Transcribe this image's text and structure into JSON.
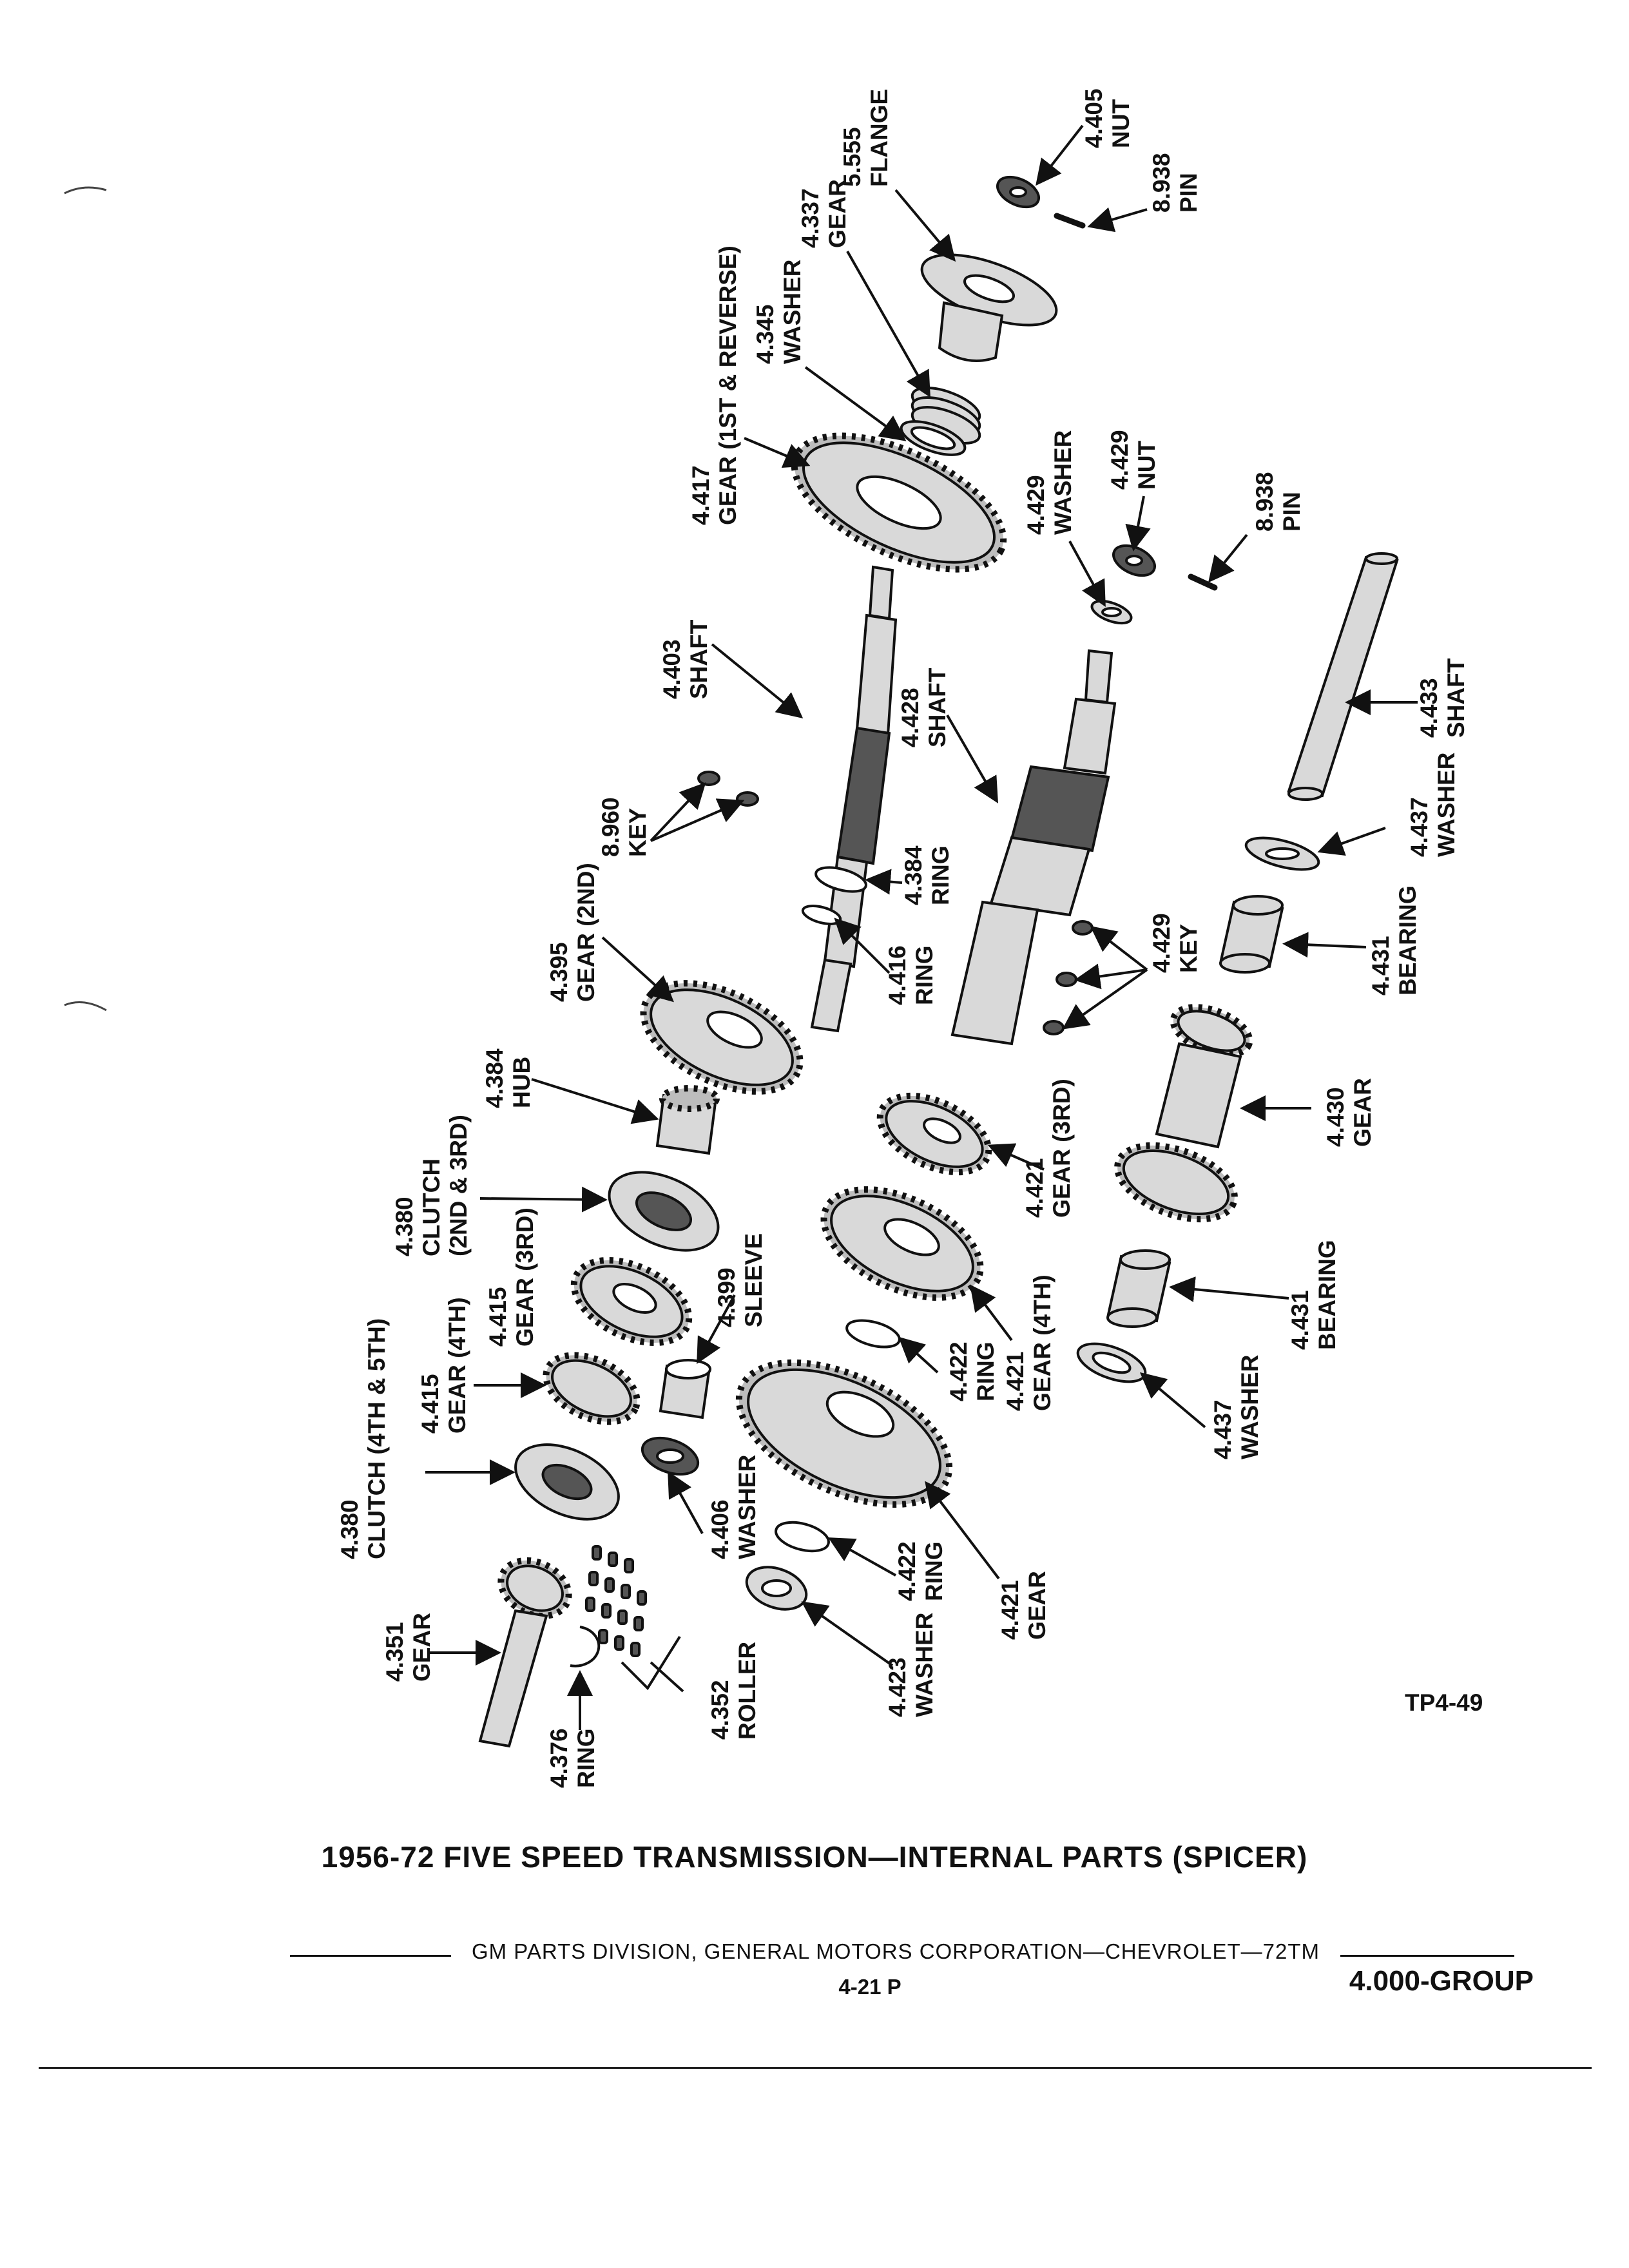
{
  "figure_code": "TP4-49",
  "title": "1956-72 FIVE SPEED TRANSMISSION—INTERNAL PARTS (SPICER)",
  "footer": {
    "text": "GM PARTS DIVISION, GENERAL MOTORS CORPORATION—CHEVROLET—72TM",
    "page": "4-21 P",
    "group": "4.000-GROUP"
  },
  "callouts": [
    {
      "id": "c01",
      "number": "4.405",
      "name": "NUT"
    },
    {
      "id": "c02",
      "number": "8.938",
      "name": "PIN"
    },
    {
      "id": "c03",
      "number": "5.555",
      "name": "FLANGE"
    },
    {
      "id": "c04",
      "number": "4.337",
      "name": "GEAR"
    },
    {
      "id": "c05",
      "number": "4.345",
      "name": "WASHER"
    },
    {
      "id": "c06",
      "number": "4.417",
      "name": "GEAR (1ST & REVERSE)"
    },
    {
      "id": "c07",
      "number": "4.429",
      "name": "NUT"
    },
    {
      "id": "c08",
      "number": "4.429",
      "name": "WASHER"
    },
    {
      "id": "c09",
      "number": "8.938",
      "name": "PIN"
    },
    {
      "id": "c10",
      "number": "4.403",
      "name": "SHAFT"
    },
    {
      "id": "c11",
      "number": "4.428",
      "name": "SHAFT"
    },
    {
      "id": "c12",
      "number": "4.433",
      "name": "SHAFT"
    },
    {
      "id": "c13",
      "number": "8.960",
      "name": "KEY"
    },
    {
      "id": "c14",
      "number": "4.384",
      "name": "RING"
    },
    {
      "id": "c15",
      "number": "4.416",
      "name": "RING"
    },
    {
      "id": "c16",
      "number": "4.437",
      "name": "WASHER"
    },
    {
      "id": "c17",
      "number": "4.429",
      "name": "KEY"
    },
    {
      "id": "c18",
      "number": "4.431",
      "name": "BEARING"
    },
    {
      "id": "c19",
      "number": "4.395",
      "name": "GEAR (2ND)"
    },
    {
      "id": "c20",
      "number": "4.384",
      "name": "HUB"
    },
    {
      "id": "c21",
      "number": "4.430",
      "name": "GEAR"
    },
    {
      "id": "c22",
      "number": "4.421",
      "name": "GEAR (3RD)"
    },
    {
      "id": "c23",
      "number": "4.380",
      "name": "CLUTCH",
      "name2": "(2ND & 3RD)"
    },
    {
      "id": "c24",
      "number": "4.415",
      "name": "GEAR (3RD)"
    },
    {
      "id": "c25",
      "number": "4.399",
      "name": "SLEEVE"
    },
    {
      "id": "c26",
      "number": "4.431",
      "name": "BEARING"
    },
    {
      "id": "c27",
      "number": "4.415",
      "name": "GEAR (4TH)"
    },
    {
      "id": "c28",
      "number": "4.422",
      "name": "RING"
    },
    {
      "id": "c29",
      "number": "4.421",
      "name": "GEAR (4TH)"
    },
    {
      "id": "c30",
      "number": "4.437",
      "name": "WASHER"
    },
    {
      "id": "c31",
      "number": "4.380",
      "name": "CLUTCH (4TH & 5TH)"
    },
    {
      "id": "c32",
      "number": "4.406",
      "name": "WASHER"
    },
    {
      "id": "c33",
      "number": "4.422",
      "name": "RING"
    },
    {
      "id": "c34",
      "number": "4.421",
      "name": "GEAR"
    },
    {
      "id": "c35",
      "number": "4.351",
      "name": "GEAR"
    },
    {
      "id": "c36",
      "number": "4.423",
      "name": "WASHER"
    },
    {
      "id": "c37",
      "number": "4.352",
      "name": "ROLLER"
    },
    {
      "id": "c38",
      "number": "4.376",
      "name": "RING"
    }
  ]
}
